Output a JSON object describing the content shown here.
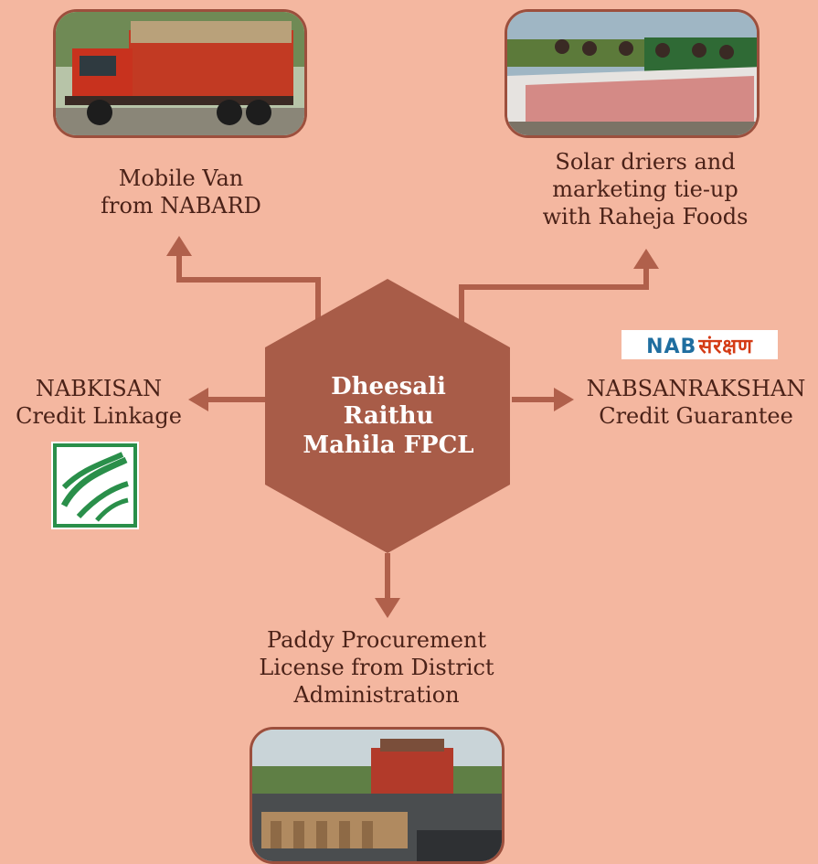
{
  "center": {
    "line1": "Dheesali",
    "line2": "Raithu",
    "line3": "Mahila FPCL"
  },
  "nodes": {
    "mobile_van": {
      "line1": "Mobile Van",
      "line2": "from NABARD"
    },
    "solar": {
      "line1": "Solar driers and",
      "line2": "marketing tie-up",
      "line3": "with Raheja Foods"
    },
    "nabkisan": {
      "line1": "NABKISAN",
      "line2": "Credit Linkage"
    },
    "nabsanrakshan": {
      "line1": "NABSANRAKSHAN",
      "line2": "Credit Guarantee",
      "logo_latin": "NAB",
      "logo_hindi": "संरक्षण"
    },
    "paddy": {
      "line1": "Paddy Procurement",
      "line2": "License from District",
      "line3": "Administration"
    }
  },
  "colors": {
    "background": "#f4b7a0",
    "hexagon": "#a85c48",
    "connector": "#b0604b",
    "text": "#4b2218"
  },
  "icons": {
    "mobile_van": "truck-photo",
    "solar": "solar-drier-photo",
    "nabkisan": "nabkisan-logo",
    "nabsanrakshan": "nabsanrakshan-logo",
    "paddy": "paddy-procurement-photo"
  }
}
